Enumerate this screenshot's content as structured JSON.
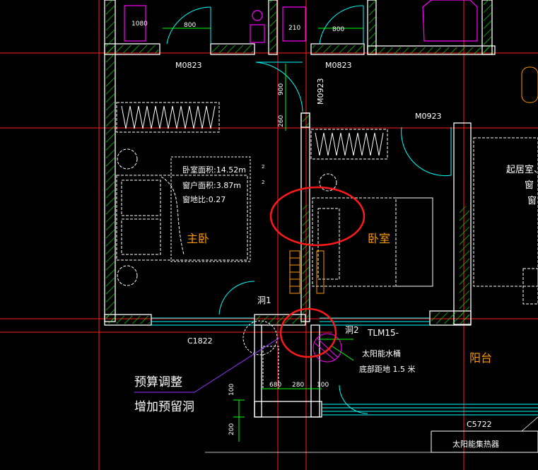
{
  "labels": {
    "m0823_left": "M0823",
    "m0823_right": "M0823",
    "m0923_top": "M0923",
    "m0923_right": "M0923",
    "dim_800_a": "800",
    "dim_800_b": "800",
    "dim_1080": "1080",
    "dim_210": "210",
    "dim_900": "900",
    "dim_260": "260",
    "info_area": "卧室面积:14.52m",
    "info_window": "窗户面积:3.87m",
    "info_ratio": "窗地比:0.27",
    "sup2_a": "2",
    "sup2_b": "2",
    "master_bedroom": "主卧",
    "bedroom": "卧室",
    "living_room_1": "起居室、",
    "living_room_2": "窗",
    "living_room_3": "窗",
    "hole1": "洞1",
    "hole2": "洞2",
    "tlm15": "TLM15-",
    "c1822": "C1822",
    "solar_tank": "太阳能水桶",
    "bottom_height": "底部距地  1.5  米",
    "balcony": "阳台",
    "budget_adjust": "预算调整",
    "add_hole": "增加预留洞",
    "dim_680": "680",
    "dim_280": "280",
    "dim_100_a": "100",
    "dim_100_b": "100",
    "dim_200": "200",
    "c5722": "C5722",
    "solar_collector": "太阳能集热器"
  },
  "colors": {
    "wall": "#ffffff",
    "hatch": "#00ff00",
    "axis": "#ff2020",
    "door": "#00ffff",
    "dim": "#00ff00",
    "furniture": "#ffffff",
    "text_yellow": "#ffff00",
    "text_orange": "#ff9900",
    "text_magenta": "#ff00ff",
    "highlight_circle": "#ff0000",
    "leader": "#9933ff"
  }
}
